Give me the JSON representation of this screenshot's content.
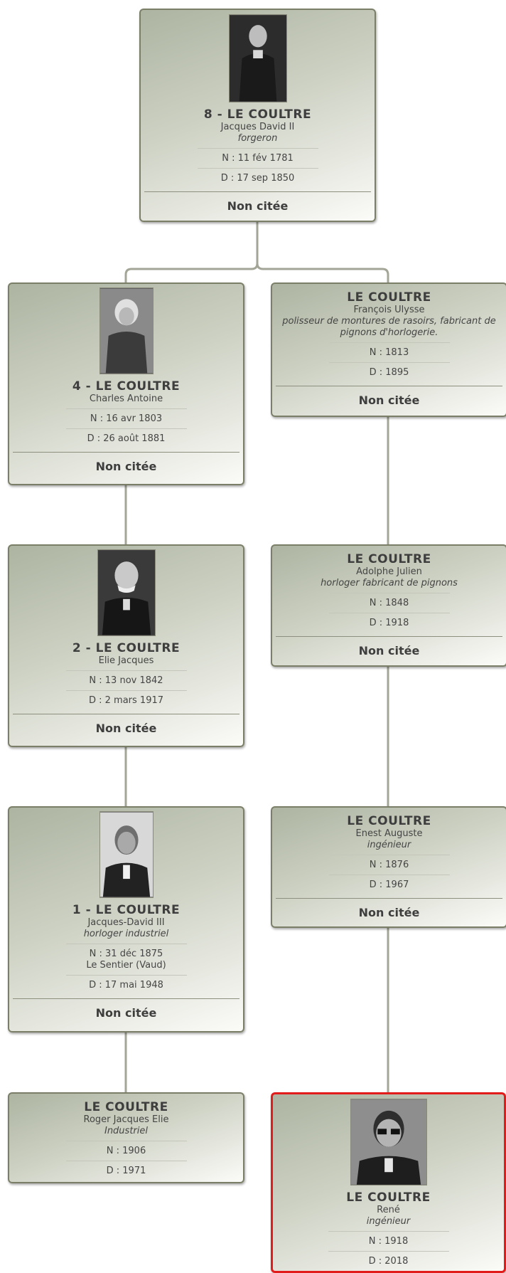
{
  "cards": {
    "c8": {
      "name": "8 - LE COULTRE",
      "given": "Jacques David II",
      "occupation": "forgeron",
      "birth": "N : 11 fév 1781",
      "death": "D : 17 sep 1850",
      "citation": "Non citée"
    },
    "c4": {
      "name": "4 - LE COULTRE",
      "given": "Charles Antoine",
      "birth": "N : 16 avr 1803",
      "death": "D : 26 août 1881",
      "citation": "Non citée"
    },
    "cfu": {
      "name": "LE COULTRE",
      "given": "François Ulysse",
      "occupation": "polisseur de montures de rasoirs, fabricant de pignons d'horlogerie.",
      "birth": "N : 1813",
      "death": "D : 1895",
      "citation": "Non citée"
    },
    "c2": {
      "name": "2 - LE COULTRE",
      "given": "Elie Jacques",
      "birth": "N : 13 nov 1842",
      "death": "D : 2 mars 1917",
      "citation": "Non citée"
    },
    "caj": {
      "name": "LE COULTRE",
      "given": "Adolphe Julien",
      "occupation": "horloger fabricant de pignons",
      "birth": "N : 1848",
      "death": "D : 1918",
      "citation": "Non citée"
    },
    "c1": {
      "name": "1 - LE COULTRE",
      "given": "Jacques-David III",
      "occupation": "horloger industriel",
      "birth": "N : 31 déc 1875",
      "birth_place": "Le Sentier (Vaud)",
      "death": "D : 17 mai 1948",
      "citation": "Non citée"
    },
    "cea": {
      "name": "LE COULTRE",
      "given": "Enest Auguste",
      "occupation": "ingénieur",
      "birth": "N : 1876",
      "death": "D : 1967",
      "citation": "Non citée"
    },
    "crj": {
      "name": "LE COULTRE",
      "given": "Roger Jacques Elie",
      "occupation": "Industriel",
      "birth": "N : 1906",
      "death": "D : 1971"
    },
    "crene": {
      "name": "LE COULTRE",
      "given": "René",
      "occupation": "ingénieur",
      "birth": "N : 1918",
      "death": "D : 2018"
    }
  },
  "colors": {
    "connector": "#a3a697",
    "border": "#7c7f68",
    "highlight": "#e21b1b"
  }
}
